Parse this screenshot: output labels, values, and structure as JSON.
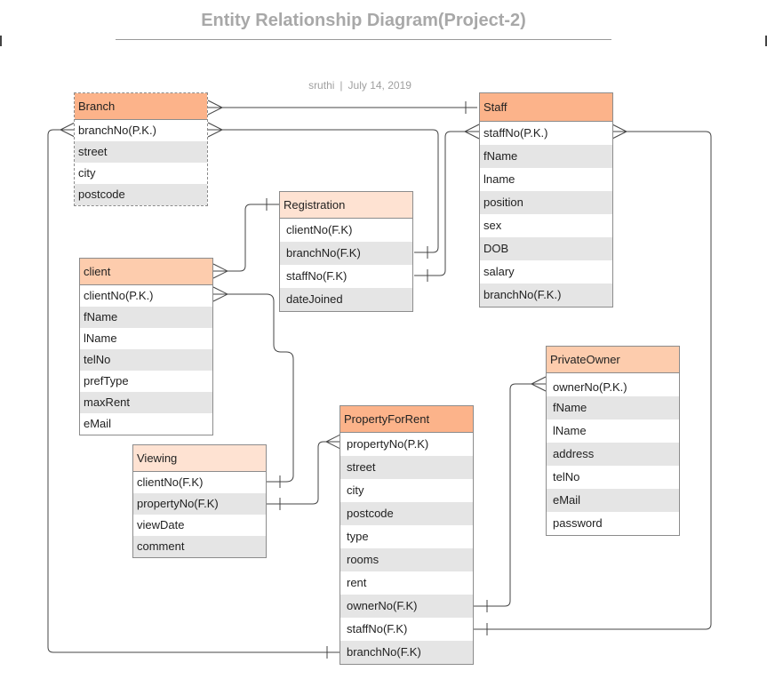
{
  "diagram": {
    "title": "Entity Relationship Diagram(Project-2)",
    "author": "sruthi",
    "date": "July 14, 2019",
    "colors": {
      "header_dark": "#fcb38a",
      "header_mid": "#fdccad",
      "header_light": "#fee2d2",
      "row_alt": "#e5e5e5",
      "border": "#8c8c8c",
      "line": "#444444"
    }
  },
  "entities": {
    "branch": {
      "name": "Branch",
      "fields": [
        "branchNo(P.K.)",
        "street",
        "city",
        "postcode"
      ]
    },
    "staff": {
      "name": "Staff",
      "fields": [
        "staffNo(P.K.)",
        "fName",
        "lname",
        "position",
        "sex",
        "DOB",
        "salary",
        "branchNo(F.K.)"
      ]
    },
    "registration": {
      "name": "Registration",
      "fields": [
        "clientNo(F.K)",
        "branchNo(F.K)",
        "staffNo(F.K)",
        "dateJoined"
      ]
    },
    "client": {
      "name": "client",
      "fields": [
        "clientNo(P.K.)",
        "fName",
        "lName",
        "telNo",
        "prefType",
        "maxRent",
        "eMail"
      ]
    },
    "private_owner": {
      "name": "PrivateOwner",
      "fields": [
        "ownerNo(P.K.)",
        "fName",
        "lName",
        "address",
        "telNo",
        "eMail",
        "password"
      ]
    },
    "property_for_rent": {
      "name": "PropertyForRent",
      "fields": [
        "propertyNo(P.K)",
        "street",
        "city",
        "postcode",
        "type",
        "rooms",
        "rent",
        "ownerNo(F.K)",
        "staffNo(F.K)",
        "branchNo(F.K)"
      ]
    },
    "viewing": {
      "name": "Viewing",
      "fields": [
        "clientNo(F.K)",
        "propertyNo(F.K)",
        "viewDate",
        "comment"
      ]
    }
  }
}
